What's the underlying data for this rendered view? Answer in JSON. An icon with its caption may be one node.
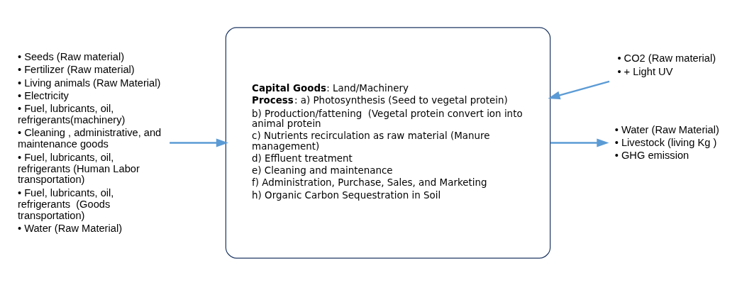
{
  "diagram": {
    "nodes": [
      {
        "text": [
          "• Seeds (Raw material)",
          "• Fertilizer (Raw material)",
          "• Living animals (Raw Material)",
          "• Electricity",
          "• Fuel, lubricants, oil, refrigerants(machinery)",
          "• Cleaning , administrative, and maintenance goods",
          "• Fuel, lubricants, oil, refrigerants (Human Labor transportation)",
          "• Fuel, lubricants, oil, refrigerants  (Goods transportation)",
          "• Water (Raw Material)"
        ]
      },
      {
        "text": [
          "**Capital Goods**: Land/Machinery",
          "**Process**: a) Photosynthesis (Seed to vegetal protein)",
          "b) Production/fattening  (Vegetal protein convert ion into animal protein",
          "c) Nutrients recirculation as raw material (Manure management)",
          "d) Effluent treatment",
          "e) Cleaning and maintenance",
          "f) Administration, Purchase, Sales, and Marketing",
          "h) Organic Carbon Sequestration in Soil"
        ]
      },
      {
        "text": [
          "• CO2 (Raw material)",
          "• + Light UV"
        ]
      },
      {
        "text": [
          "• Water (Raw Material)",
          "• Livestock (living Kg )",
          "• GHG emission"
        ]
      }
    ],
    "edges": [
      {
        "from": 0,
        "to": 1,
        "arrow": "to"
      },
      {
        "from": 2,
        "to": 1,
        "arrow": "to"
      },
      {
        "from": 1,
        "to": 3,
        "arrow": "to"
      }
    ]
  }
}
